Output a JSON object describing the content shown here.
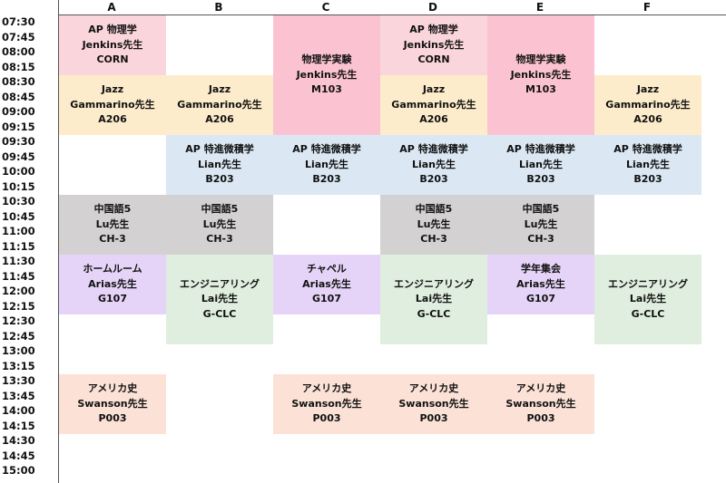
{
  "columns": [
    "A",
    "B",
    "C",
    "D",
    "E",
    "F"
  ],
  "times": [
    "07:30",
    "07:45",
    "08:00",
    "08:15",
    "08:30",
    "08:45",
    "09:00",
    "09:15",
    "09:30",
    "09:45",
    "10:00",
    "10:15",
    "10:30",
    "10:45",
    "11:00",
    "11:15",
    "11:30",
    "11:45",
    "12:00",
    "12:15",
    "12:30",
    "12:45",
    "13:00",
    "13:15",
    "13:30",
    "13:45",
    "14:00",
    "14:15",
    "14:30",
    "14:45",
    "15:00"
  ],
  "colors": {
    "ap_physics": "#fbd5dc",
    "physics_lab": "#fbc3d2",
    "jazz": "#fdeccb",
    "calculus": "#dbe8f4",
    "chinese": "#d3d1d1",
    "homeroom": "#e6d4f8",
    "engineering": "#dfeede",
    "history": "#fbe1d6"
  },
  "blocks": [
    {
      "col": 0,
      "start": 0,
      "span": 4,
      "color": "ap_physics",
      "lines": [
        "AP 物理学",
        "Jenkins先生",
        "CORN"
      ]
    },
    {
      "col": 3,
      "start": 0,
      "span": 4,
      "color": "ap_physics",
      "lines": [
        "AP 物理学",
        "Jenkins先生",
        "CORN"
      ]
    },
    {
      "col": 2,
      "start": 0,
      "span": 8,
      "color": "physics_lab",
      "lines": [
        "物理学実験",
        "Jenkins先生",
        "M103"
      ]
    },
    {
      "col": 4,
      "start": 0,
      "span": 8,
      "color": "physics_lab",
      "lines": [
        "物理学実験",
        "Jenkins先生",
        "M103"
      ]
    },
    {
      "col": 0,
      "start": 4,
      "span": 4,
      "color": "jazz",
      "lines": [
        "Jazz",
        "Gammarino先生",
        "A206"
      ]
    },
    {
      "col": 1,
      "start": 4,
      "span": 4,
      "color": "jazz",
      "lines": [
        "Jazz",
        "Gammarino先生",
        "A206"
      ]
    },
    {
      "col": 3,
      "start": 4,
      "span": 4,
      "color": "jazz",
      "lines": [
        "Jazz",
        "Gammarino先生",
        "A206"
      ]
    },
    {
      "col": 5,
      "start": 4,
      "span": 4,
      "color": "jazz",
      "lines": [
        "Jazz",
        "Gammarino先生",
        "A206"
      ]
    },
    {
      "col": 1,
      "start": 8,
      "span": 4,
      "color": "calculus",
      "lines": [
        "AP 特進微積学",
        "Lian先生",
        "B203"
      ]
    },
    {
      "col": 2,
      "start": 8,
      "span": 4,
      "color": "calculus",
      "lines": [
        "AP 特進微積学",
        "Lian先生",
        "B203"
      ]
    },
    {
      "col": 3,
      "start": 8,
      "span": 4,
      "color": "calculus",
      "lines": [
        "AP 特進微積学",
        "Lian先生",
        "B203"
      ]
    },
    {
      "col": 4,
      "start": 8,
      "span": 4,
      "color": "calculus",
      "lines": [
        "AP 特進微積学",
        "Lian先生",
        "B203"
      ]
    },
    {
      "col": 5,
      "start": 8,
      "span": 4,
      "color": "calculus",
      "lines": [
        "AP 特進微積学",
        "Lian先生",
        "B203"
      ]
    },
    {
      "col": 0,
      "start": 12,
      "span": 4,
      "color": "chinese",
      "lines": [
        "中国語5",
        "Lu先生",
        "CH-3"
      ]
    },
    {
      "col": 1,
      "start": 12,
      "span": 4,
      "color": "chinese",
      "lines": [
        "中国語5",
        "Lu先生",
        "CH-3"
      ]
    },
    {
      "col": 3,
      "start": 12,
      "span": 4,
      "color": "chinese",
      "lines": [
        "中国語5",
        "Lu先生",
        "CH-3"
      ]
    },
    {
      "col": 4,
      "start": 12,
      "span": 4,
      "color": "chinese",
      "lines": [
        "中国語5",
        "Lu先生",
        "CH-3"
      ]
    },
    {
      "col": 0,
      "start": 16,
      "span": 4,
      "color": "homeroom",
      "lines": [
        "ホームルーム",
        "Arias先生",
        "G107"
      ]
    },
    {
      "col": 2,
      "start": 16,
      "span": 4,
      "color": "homeroom",
      "lines": [
        "チャペル",
        "Arias先生",
        "G107"
      ]
    },
    {
      "col": 4,
      "start": 16,
      "span": 4,
      "color": "homeroom",
      "lines": [
        "学年集会",
        "Arias先生",
        "G107"
      ]
    },
    {
      "col": 1,
      "start": 16,
      "span": 6,
      "color": "engineering",
      "lines": [
        "エンジニアリング",
        "Lai先生",
        "G-CLC"
      ]
    },
    {
      "col": 3,
      "start": 16,
      "span": 6,
      "color": "engineering",
      "lines": [
        "エンジニアリング",
        "Lai先生",
        "G-CLC"
      ]
    },
    {
      "col": 5,
      "start": 16,
      "span": 6,
      "color": "engineering",
      "lines": [
        "エンジニアリング",
        "Lai先生",
        "G-CLC"
      ]
    },
    {
      "col": 0,
      "start": 24,
      "span": 4,
      "color": "history",
      "lines": [
        "アメリカ史",
        "Swanson先生",
        "P003"
      ]
    },
    {
      "col": 2,
      "start": 24,
      "span": 4,
      "color": "history",
      "lines": [
        "アメリカ史",
        "Swanson先生",
        "P003"
      ]
    },
    {
      "col": 3,
      "start": 24,
      "span": 4,
      "color": "history",
      "lines": [
        "アメリカ史",
        "Swanson先生",
        "P003"
      ]
    },
    {
      "col": 4,
      "start": 24,
      "span": 4,
      "color": "history",
      "lines": [
        "アメリカ史",
        "Swanson先生",
        "P003"
      ]
    }
  ]
}
